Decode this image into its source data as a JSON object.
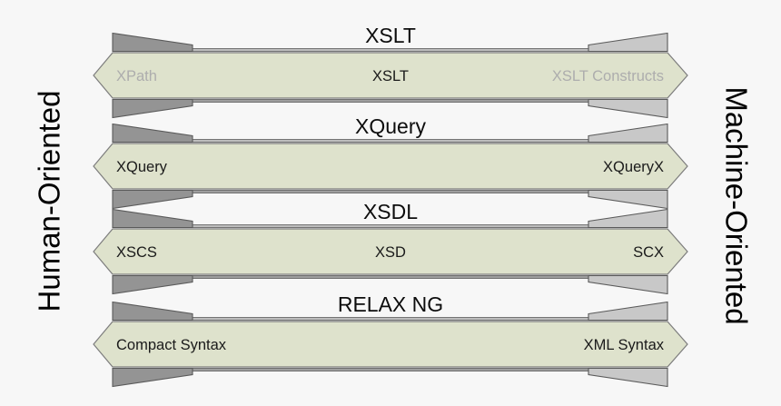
{
  "background": "#f7f7f7",
  "colors": {
    "arrow_body_fill": "#dee2cc",
    "arrow_body_stroke": "#7d7d7d",
    "wedge_left_fill": "#949494",
    "wedge_right_fill": "#c8c8c8",
    "wedge_stroke": "#5a5a5a",
    "title_text": "#0d0d0d",
    "label_text": "#1a1a1a",
    "label_muted_text": "#adadad"
  },
  "axes": {
    "left_label": "Human-Oriented",
    "right_label": "Machine-Oriented"
  },
  "rows": [
    {
      "title": "XSLT",
      "left_label": "XPath",
      "left_muted": true,
      "center_label": "XSLT",
      "center_muted": false,
      "right_label": "XSLT Constructs",
      "right_muted": true
    },
    {
      "title": "XQuery",
      "left_label": "XQuery",
      "left_muted": false,
      "center_label": "",
      "center_muted": false,
      "right_label": "XQueryX",
      "right_muted": false
    },
    {
      "title": "XSDL",
      "left_label": "XSCS",
      "left_muted": false,
      "center_label": "XSD",
      "center_muted": false,
      "right_label": "SCX",
      "right_muted": false
    },
    {
      "title": "RELAX NG",
      "left_label": "Compact Syntax",
      "left_muted": false,
      "center_label": "",
      "center_muted": false,
      "right_label": "XML Syntax",
      "right_muted": false
    }
  ]
}
